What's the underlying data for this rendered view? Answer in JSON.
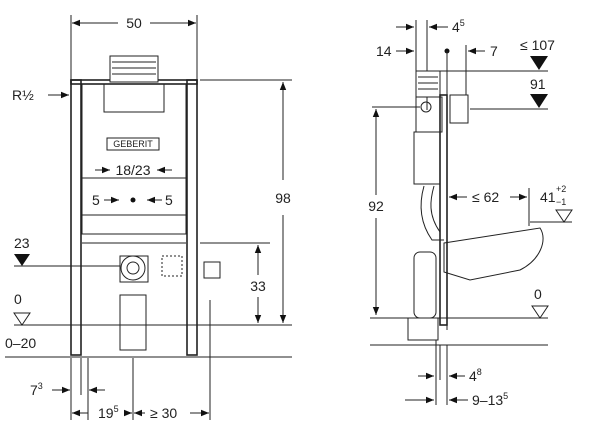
{
  "front_view": {
    "width": "50",
    "water_connection": "R½",
    "flush_plate_width": "18/23",
    "offset_left": "5",
    "offset_right": "5",
    "height": "98",
    "drain_height_label": "23",
    "floor_label": "0",
    "floor_range": "0–20",
    "frame_offset": "7",
    "frame_offset_sup": "3",
    "foot_width": "19",
    "foot_width_sup": "5",
    "side_clearance": "≥ 30",
    "socket_height": "33",
    "brand": "GEBERIT"
  },
  "side_view": {
    "top_offset": "4",
    "top_offset_sup": "5",
    "depth_14": "14",
    "depth_7": "7",
    "max_height": "≤ 107",
    "cistern_height": "91",
    "connection_height": "92",
    "bowl_depth": "≤ 62",
    "bowl_height": "41",
    "bowl_tol_plus": "+2",
    "bowl_tol_minus": "−1",
    "floor_label": "0",
    "foot_offset": "4",
    "foot_offset_sup": "8",
    "wall_range": "9–13",
    "wall_range_sup": "5"
  }
}
